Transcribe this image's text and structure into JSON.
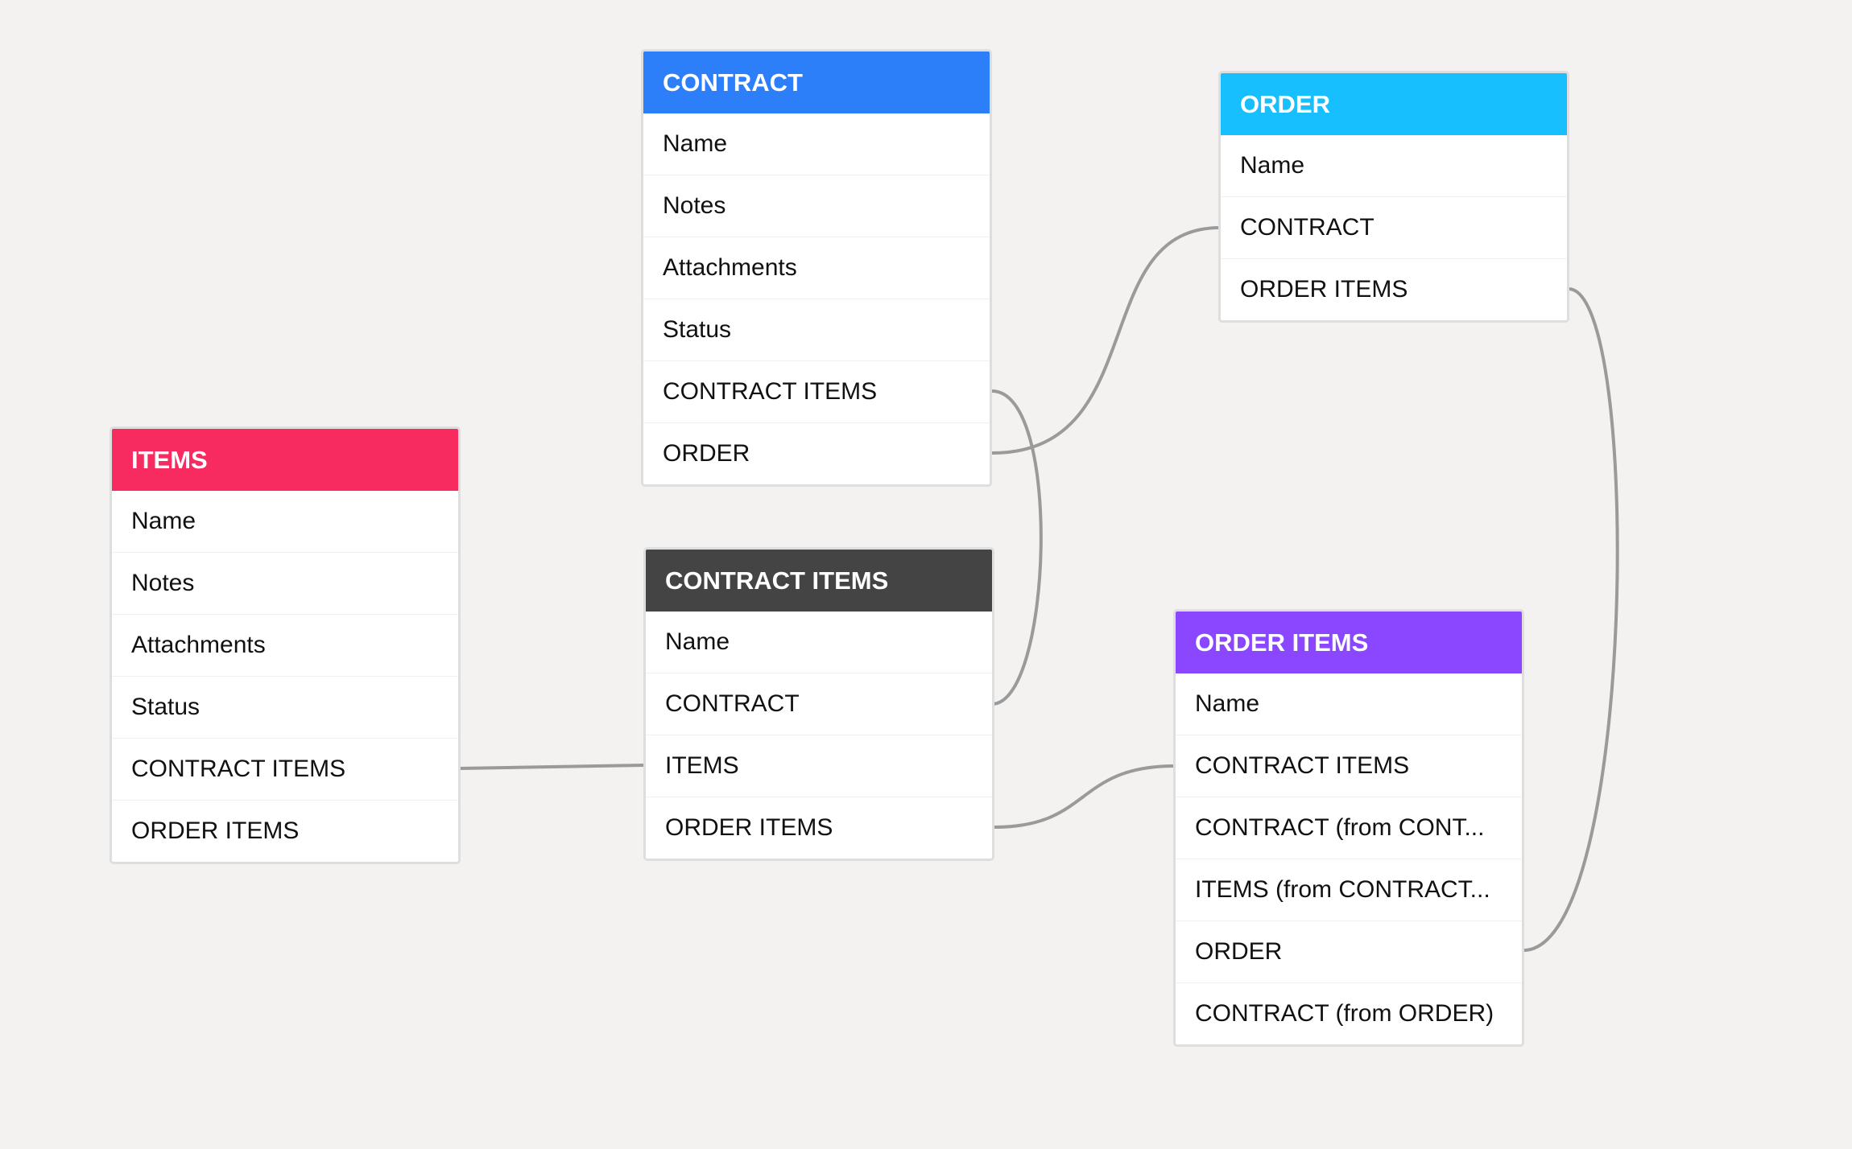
{
  "tables": {
    "contract": {
      "title": "CONTRACT",
      "color": "#2d7ff9",
      "fields": [
        "Name",
        "Notes",
        "Attachments",
        "Status",
        "CONTRACT ITEMS",
        "ORDER"
      ]
    },
    "order": {
      "title": "ORDER",
      "color": "#18bfff",
      "fields": [
        "Name",
        "CONTRACT",
        "ORDER ITEMS"
      ]
    },
    "items": {
      "title": "ITEMS",
      "color": "#f82b60",
      "fields": [
        "Name",
        "Notes",
        "Attachments",
        "Status",
        "CONTRACT ITEMS",
        "ORDER ITEMS"
      ]
    },
    "contract_items": {
      "title": "CONTRACT ITEMS",
      "color": "#444444",
      "fields": [
        "Name",
        "CONTRACT",
        "ITEMS",
        "ORDER ITEMS"
      ]
    },
    "order_items": {
      "title": "ORDER ITEMS",
      "color": "#8b46ff",
      "fields": [
        "Name",
        "CONTRACT ITEMS",
        "CONTRACT (from CONT...",
        "ITEMS (from CONTRACT...",
        "ORDER",
        "CONTRACT (from ORDER)"
      ]
    }
  },
  "links": [
    {
      "from": "CONTRACT.CONTRACT ITEMS",
      "to": "CONTRACT ITEMS.CONTRACT"
    },
    {
      "from": "CONTRACT.ORDER",
      "to": "ORDER.CONTRACT"
    },
    {
      "from": "ORDER.ORDER ITEMS",
      "to": "ORDER ITEMS.ORDER"
    },
    {
      "from": "ITEMS.CONTRACT ITEMS",
      "to": "CONTRACT ITEMS.ITEMS"
    },
    {
      "from": "CONTRACT ITEMS.ORDER ITEMS",
      "to": "ORDER ITEMS.CONTRACT ITEMS"
    }
  ]
}
